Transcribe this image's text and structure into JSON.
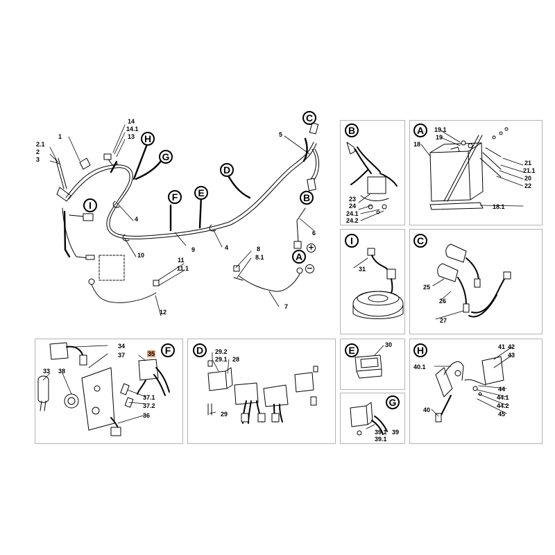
{
  "callouts": {
    "n2_1": "2.1",
    "n2": "2",
    "n3": "3",
    "n1": "1",
    "n14": "14",
    "n14_1": "14.1",
    "n13": "13",
    "n5": "5",
    "n4a": "4",
    "n4b": "4",
    "n10": "10",
    "n9": "9",
    "n6": "6",
    "n8": "8",
    "n8_1": "8.1",
    "n11": "11",
    "n11_1": "11.1",
    "n7": "7",
    "n12": "12",
    "b23": "23",
    "b24": "24",
    "b24_1": "24.1",
    "b24_2": "24.2",
    "a19_1": "19.1",
    "a19": "19",
    "a18": "18",
    "a21": "21",
    "a21_1": "21.1",
    "a20": "20",
    "a22": "22",
    "a18_1": "18.1",
    "i31": "31",
    "c25": "25",
    "c26": "26",
    "c27": "27",
    "f34": "34",
    "f37": "37",
    "f35": "35",
    "f33": "33",
    "f38": "38",
    "f37_1": "37.1",
    "f37_2": "37.2",
    "f36": "36",
    "d29_2": "29.2",
    "d29_1": "29.1",
    "d28": "28",
    "d29": "29",
    "e30": "30",
    "g39_1a": "39.1",
    "g39": "39",
    "g39_1b": "39.1",
    "h41": "41",
    "h42": "42",
    "h43": "43",
    "h40_1": "40.1",
    "h44": "44",
    "h44_1": "44.1",
    "h44_2": "44.2",
    "h45": "45",
    "h40": "40"
  },
  "letters": {
    "main_C": "C",
    "main_H": "H",
    "main_G": "G",
    "main_D": "D",
    "main_I": "I",
    "main_F": "F",
    "main_E": "E",
    "main_B": "B",
    "main_A": "A",
    "panel_B": "B",
    "panel_A": "A",
    "panel_I": "I",
    "panel_C": "C",
    "panel_F": "F",
    "panel_D": "D",
    "panel_E": "E",
    "panel_G": "G",
    "panel_H": "H"
  },
  "symbols": {
    "plus": "+",
    "minus": "−"
  },
  "colors": {
    "highlight": "#e8a070",
    "panel_border": "#b3b3b3",
    "line": "#000000"
  }
}
